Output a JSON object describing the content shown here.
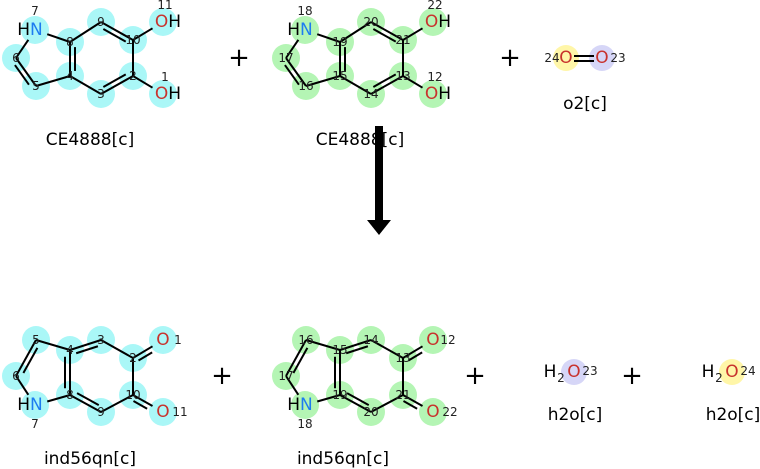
{
  "colors": {
    "reactant_highlight": "#aaf7f7",
    "reactant2_highlight": "#b4f5b4",
    "o24_highlight": "#fff6a8",
    "o23_highlight": "#d6d6f7",
    "nitrogen": "#1e7cf0",
    "oxygen": "#c8322d"
  },
  "plus_sign": "+",
  "reactants": [
    {
      "name": "CE4888[c]",
      "highlight": "reactant_highlight",
      "atoms": {
        "N": {
          "num": "7",
          "sym": "HN"
        },
        "a8": {
          "num": "8"
        },
        "a9": {
          "num": "9"
        },
        "a10": {
          "num": "10"
        },
        "a2": {
          "num": "2"
        },
        "a3": {
          "num": "3"
        },
        "a4": {
          "num": "4"
        },
        "a5": {
          "num": "5"
        },
        "a6": {
          "num": "6"
        },
        "Oa": {
          "num": "11",
          "sym": "OH"
        },
        "Ob": {
          "num": "1",
          "sym": "OH"
        }
      }
    },
    {
      "name": "CE4888[c]",
      "highlight": "reactant2_highlight",
      "atoms": {
        "N": {
          "num": "18",
          "sym": "HN"
        },
        "a8": {
          "num": "19"
        },
        "a9": {
          "num": "20"
        },
        "a10": {
          "num": "21"
        },
        "a2": {
          "num": "13"
        },
        "a3": {
          "num": "14"
        },
        "a4": {
          "num": "15"
        },
        "a5": {
          "num": "16"
        },
        "a6": {
          "num": "17"
        },
        "Oa": {
          "num": "22",
          "sym": "OH"
        },
        "Ob": {
          "num": "12",
          "sym": "OH"
        }
      }
    },
    {
      "name": "o2[c]",
      "atoms": [
        {
          "num": "24",
          "sym": "O",
          "highlight": "o24_highlight"
        },
        {
          "num": "23",
          "sym": "O",
          "highlight": "o23_highlight"
        }
      ]
    }
  ],
  "products": [
    {
      "name": "ind56qn[c]",
      "highlight": "reactant_highlight",
      "atoms": {
        "N": {
          "num": "7",
          "sym": "HN"
        },
        "a8": {
          "num": "8"
        },
        "a9": {
          "num": "9"
        },
        "a10": {
          "num": "10"
        },
        "a2": {
          "num": "2"
        },
        "a3": {
          "num": "3"
        },
        "a4": {
          "num": "4"
        },
        "a5": {
          "num": "5"
        },
        "a6": {
          "num": "6"
        },
        "Oa": {
          "num": "11",
          "sym": "O"
        },
        "Ob": {
          "num": "1",
          "sym": "O"
        }
      }
    },
    {
      "name": "ind56qn[c]",
      "highlight": "reactant2_highlight",
      "atoms": {
        "N": {
          "num": "18",
          "sym": "HN"
        },
        "a8": {
          "num": "19"
        },
        "a9": {
          "num": "20"
        },
        "a10": {
          "num": "21"
        },
        "a2": {
          "num": "13"
        },
        "a3": {
          "num": "14"
        },
        "a4": {
          "num": "15"
        },
        "a5": {
          "num": "16"
        },
        "a6": {
          "num": "17"
        },
        "Oa": {
          "num": "22",
          "sym": "O"
        },
        "Ob": {
          "num": "12",
          "sym": "O"
        }
      }
    },
    {
      "name": "h2o[c]",
      "prefix": "H",
      "sub": "2",
      "atom": {
        "num": "23",
        "sym": "O",
        "highlight": "o23_highlight"
      }
    },
    {
      "name": "h2o[c]",
      "prefix": "H",
      "sub": "2",
      "atom": {
        "num": "24",
        "sym": "O",
        "highlight": "o24_highlight"
      }
    }
  ]
}
